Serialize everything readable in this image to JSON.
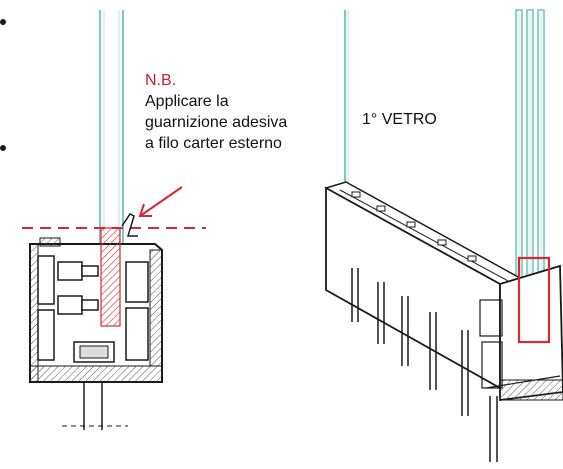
{
  "annotation": {
    "nb": "N.B.",
    "line1": "Applicare la",
    "line2": "guarnizione adesiva",
    "line3": "a filo carter esterno"
  },
  "glass_label": "1° VETRO",
  "colors": {
    "glass": "#7cc7bf",
    "accent": "#d62835",
    "stroke": "#1a1a1a",
    "hatch": "#555555"
  }
}
